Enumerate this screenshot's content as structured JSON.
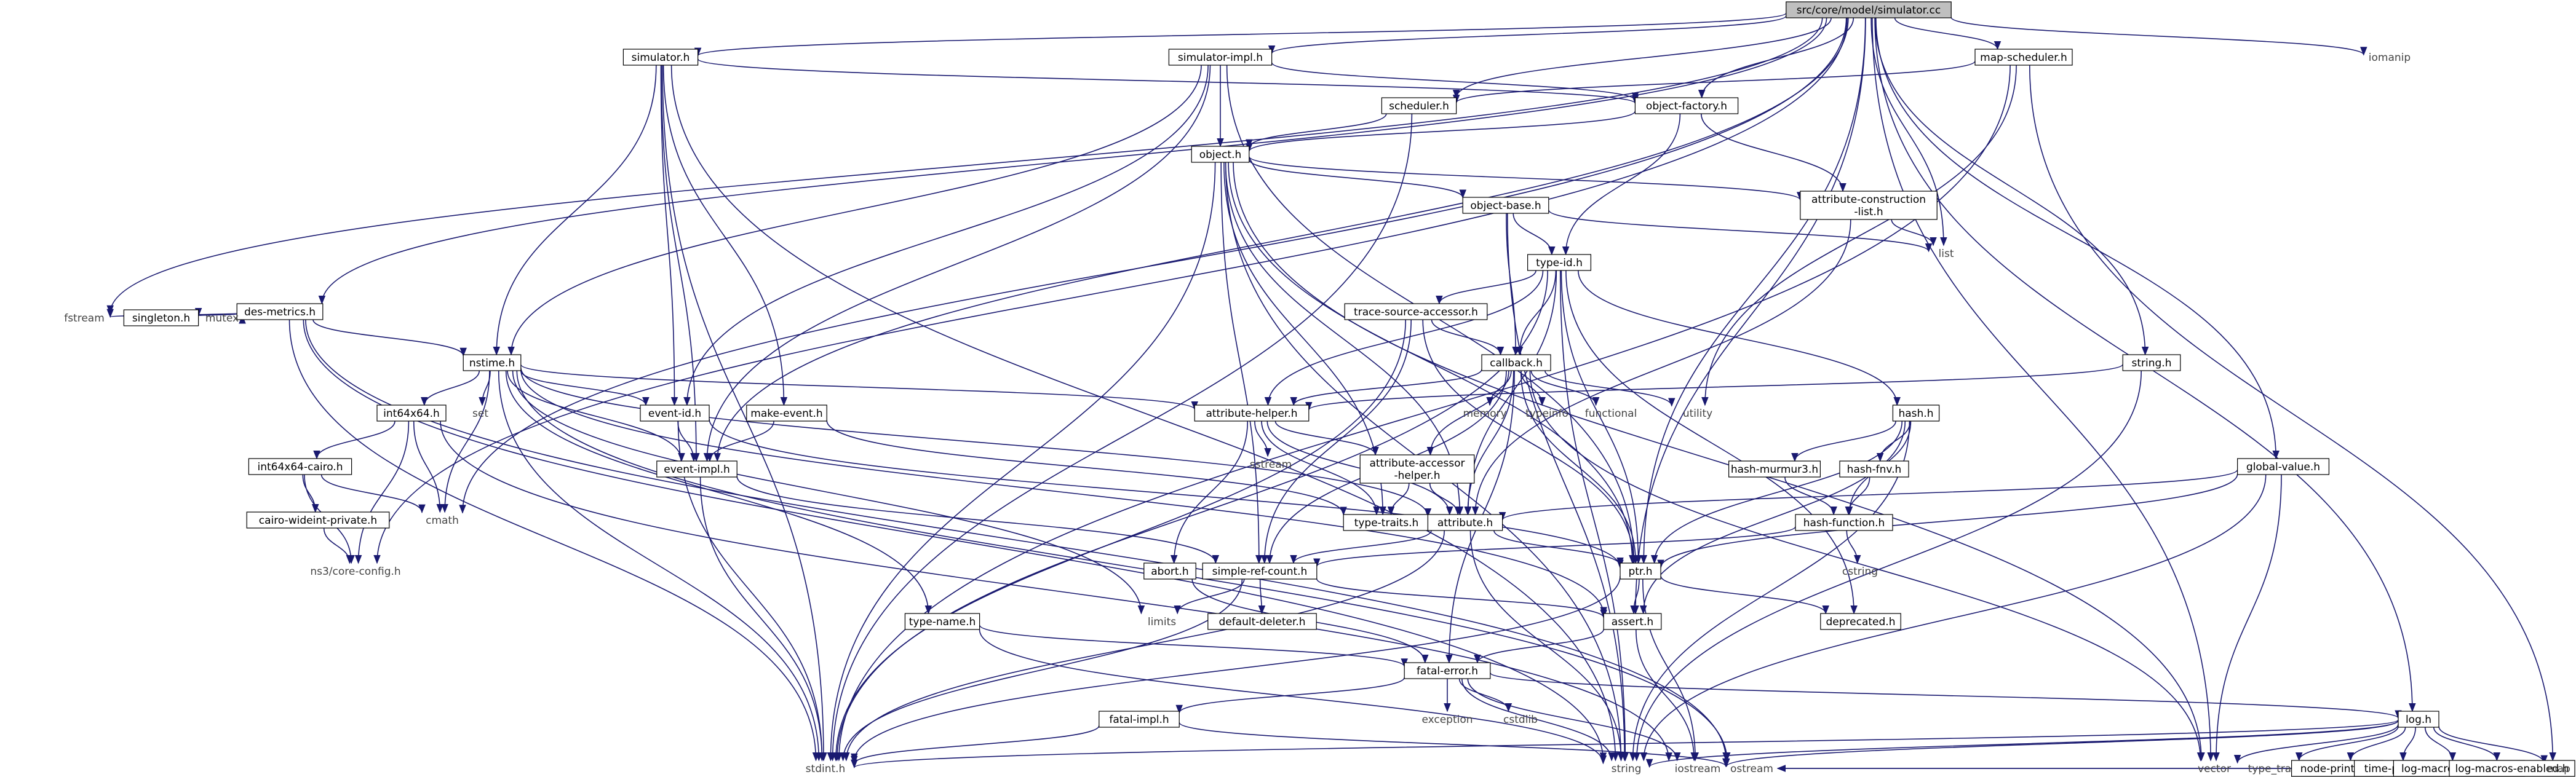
{
  "graph": {
    "root": "src/core/model/simulator.cc",
    "nodes": [
      {
        "id": "root",
        "label": "src/core/model/simulator.cc",
        "boxed": true
      },
      {
        "id": "simulator_h",
        "label": "simulator.h",
        "boxed": true
      },
      {
        "id": "simulator_impl_h",
        "label": "simulator-impl.h",
        "boxed": true
      },
      {
        "id": "map_scheduler_h",
        "label": "map-scheduler.h",
        "boxed": true
      },
      {
        "id": "iomanip",
        "label": "iomanip",
        "boxed": false
      },
      {
        "id": "scheduler_h",
        "label": "scheduler.h",
        "boxed": true
      },
      {
        "id": "object_factory_h",
        "label": "object-factory.h",
        "boxed": true
      },
      {
        "id": "object_h",
        "label": "object.h",
        "boxed": true
      },
      {
        "id": "object_base_h",
        "label": "object-base.h",
        "boxed": true
      },
      {
        "id": "attribute_construction_list_h",
        "label": [
          "attribute-construction",
          "-list.h"
        ],
        "boxed": true
      },
      {
        "id": "list",
        "label": "list",
        "boxed": false
      },
      {
        "id": "type_id_h",
        "label": "type-id.h",
        "boxed": true
      },
      {
        "id": "trace_source_accessor_h",
        "label": "trace-source-accessor.h",
        "boxed": true
      },
      {
        "id": "des_metrics_h",
        "label": "des-metrics.h",
        "boxed": true
      },
      {
        "id": "fstream",
        "label": "fstream",
        "boxed": false
      },
      {
        "id": "singleton_h",
        "label": "singleton.h",
        "boxed": true
      },
      {
        "id": "mutex",
        "label": "mutex",
        "boxed": false
      },
      {
        "id": "nstime_h",
        "label": "nstime.h",
        "boxed": true
      },
      {
        "id": "int64x64_h",
        "label": "int64x64.h",
        "boxed": true
      },
      {
        "id": "set",
        "label": "set",
        "boxed": false
      },
      {
        "id": "event_id_h",
        "label": "event-id.h",
        "boxed": true
      },
      {
        "id": "make_event_h",
        "label": "make-event.h",
        "boxed": true
      },
      {
        "id": "event_impl_h",
        "label": "event-impl.h",
        "boxed": true
      },
      {
        "id": "int64x64_cairo_h",
        "label": "int64x64-cairo.h",
        "boxed": true
      },
      {
        "id": "cmath",
        "label": "cmath",
        "boxed": false
      },
      {
        "id": "cairo_wideint_private_h",
        "label": "cairo-wideint-private.h",
        "boxed": true
      },
      {
        "id": "core_config_h",
        "label": "ns3/core-config.h",
        "boxed": false
      },
      {
        "id": "callback_h",
        "label": "callback.h",
        "boxed": true
      },
      {
        "id": "memory",
        "label": "memory",
        "boxed": false
      },
      {
        "id": "typeinfo",
        "label": "typeinfo",
        "boxed": false
      },
      {
        "id": "functional",
        "label": "functional",
        "boxed": false
      },
      {
        "id": "utility",
        "label": "utility",
        "boxed": false
      },
      {
        "id": "attribute_helper_h",
        "label": "attribute-helper.h",
        "boxed": true
      },
      {
        "id": "sstream",
        "label": "sstream",
        "boxed": false
      },
      {
        "id": "attribute_accessor_helper_h",
        "label": [
          "attribute-accessor",
          "-helper.h"
        ],
        "boxed": true
      },
      {
        "id": "type_traits_h",
        "label": "type-traits.h",
        "boxed": true
      },
      {
        "id": "attribute_h",
        "label": "attribute.h",
        "boxed": true
      },
      {
        "id": "abort_h",
        "label": "abort.h",
        "boxed": true
      },
      {
        "id": "simple_ref_count_h",
        "label": "simple-ref-count.h",
        "boxed": true
      },
      {
        "id": "default_deleter_h",
        "label": "default-deleter.h",
        "boxed": true
      },
      {
        "id": "limits",
        "label": "limits",
        "boxed": false
      },
      {
        "id": "type_name_h",
        "label": "type-name.h",
        "boxed": true
      },
      {
        "id": "hash_h",
        "label": "hash.h",
        "boxed": true
      },
      {
        "id": "hash_murmur3_h",
        "label": "hash-murmur3.h",
        "boxed": true
      },
      {
        "id": "hash_fnv_h",
        "label": "hash-fnv.h",
        "boxed": true
      },
      {
        "id": "hash_function_h",
        "label": "hash-function.h",
        "boxed": true
      },
      {
        "id": "cstring",
        "label": "cstring",
        "boxed": false
      },
      {
        "id": "string_h",
        "label": "string.h",
        "boxed": true
      },
      {
        "id": "global_value_h",
        "label": "global-value.h",
        "boxed": true
      },
      {
        "id": "ptr_h",
        "label": "ptr.h",
        "boxed": true
      },
      {
        "id": "assert_h",
        "label": "assert.h",
        "boxed": true
      },
      {
        "id": "deprecated_h",
        "label": "deprecated.h",
        "boxed": true
      },
      {
        "id": "fatal_error_h",
        "label": "fatal-error.h",
        "boxed": true
      },
      {
        "id": "exception",
        "label": "exception",
        "boxed": false
      },
      {
        "id": "cstdlib",
        "label": "cstdlib",
        "boxed": false
      },
      {
        "id": "fatal_impl_h",
        "label": "fatal-impl.h",
        "boxed": true
      },
      {
        "id": "log_h",
        "label": "log.h",
        "boxed": true
      },
      {
        "id": "stdint_h",
        "label": "stdint.h",
        "boxed": false
      },
      {
        "id": "string",
        "label": "string",
        "boxed": false
      },
      {
        "id": "iostream",
        "label": "iostream",
        "boxed": false
      },
      {
        "id": "vector",
        "label": "vector",
        "boxed": false
      },
      {
        "id": "type_traits",
        "label": "type_traits",
        "boxed": false
      },
      {
        "id": "node_printer_h",
        "label": "node-printer.h",
        "boxed": true
      },
      {
        "id": "time_printer_h",
        "label": "time-printer.h",
        "boxed": true
      },
      {
        "id": "log_macros_disabled_h",
        "label": "log-macros-disabled.h",
        "boxed": true
      },
      {
        "id": "log_macros_enabled_h",
        "label": "log-macros-enabled.h",
        "boxed": true
      },
      {
        "id": "map",
        "label": "map",
        "boxed": false
      },
      {
        "id": "ostream",
        "label": "ostream",
        "boxed": false
      }
    ],
    "edges": [
      [
        "root",
        "simulator_h"
      ],
      [
        "root",
        "simulator_impl_h"
      ],
      [
        "root",
        "map_scheduler_h"
      ],
      [
        "root",
        "iomanip"
      ],
      [
        "root",
        "scheduler_h"
      ],
      [
        "root",
        "object_factory_h"
      ],
      [
        "root",
        "list"
      ],
      [
        "root",
        "string_h"
      ],
      [
        "root",
        "global_value_h"
      ],
      [
        "root",
        "log_h"
      ],
      [
        "root",
        "des_metrics_h"
      ],
      [
        "root",
        "fstream"
      ],
      [
        "root",
        "core_config_h"
      ],
      [
        "root",
        "event_impl_h"
      ],
      [
        "root",
        "ptr_h"
      ],
      [
        "root",
        "assert_h"
      ],
      [
        "root",
        "vector"
      ],
      [
        "root",
        "cmath"
      ],
      [
        "simulator_h",
        "event_id_h"
      ],
      [
        "simulator_h",
        "make_event_h"
      ],
      [
        "simulator_h",
        "nstime_h"
      ],
      [
        "simulator_h",
        "object_factory_h"
      ],
      [
        "simulator_h",
        "event_impl_h"
      ],
      [
        "simulator_h",
        "string"
      ],
      [
        "simulator_h",
        "stdint_h"
      ],
      [
        "simulator_impl_h",
        "object_h"
      ],
      [
        "simulator_impl_h",
        "event_id_h"
      ],
      [
        "simulator_impl_h",
        "event_impl_h"
      ],
      [
        "simulator_impl_h",
        "nstime_h"
      ],
      [
        "simulator_impl_h",
        "object_factory_h"
      ],
      [
        "simulator_impl_h",
        "ptr_h"
      ],
      [
        "map_scheduler_h",
        "scheduler_h"
      ],
      [
        "map_scheduler_h",
        "map"
      ],
      [
        "map_scheduler_h",
        "utility"
      ],
      [
        "map_scheduler_h",
        "stdint_h"
      ],
      [
        "scheduler_h",
        "object_h"
      ],
      [
        "scheduler_h",
        "stdint_h"
      ],
      [
        "object_factory_h",
        "attribute_construction_list_h"
      ],
      [
        "object_factory_h",
        "object_h"
      ],
      [
        "object_factory_h",
        "type_id_h"
      ],
      [
        "object_h",
        "object_base_h"
      ],
      [
        "object_h",
        "attribute_construction_list_h"
      ],
      [
        "object_h",
        "ptr_h"
      ],
      [
        "object_h",
        "simple_ref_count_h"
      ],
      [
        "object_h",
        "type_traits_h"
      ],
      [
        "object_h",
        "attribute_h"
      ],
      [
        "object_h",
        "stdint_h"
      ],
      [
        "object_h",
        "string"
      ],
      [
        "object_h",
        "vector"
      ],
      [
        "object_base_h",
        "type_id_h"
      ],
      [
        "object_base_h",
        "callback_h"
      ],
      [
        "object_base_h",
        "list"
      ],
      [
        "object_base_h",
        "string"
      ],
      [
        "attribute_construction_list_h",
        "attribute_h"
      ],
      [
        "attribute_construction_list_h",
        "list"
      ],
      [
        "type_id_h",
        "callback_h"
      ],
      [
        "type_id_h",
        "trace_source_accessor_h"
      ],
      [
        "type_id_h",
        "attribute_helper_h"
      ],
      [
        "type_id_h",
        "hash_h"
      ],
      [
        "type_id_h",
        "attribute_h"
      ],
      [
        "type_id_h",
        "deprecated_h"
      ],
      [
        "type_id_h",
        "stdint_h"
      ],
      [
        "type_id_h",
        "string"
      ],
      [
        "type_id_h",
        "ptr_h"
      ],
      [
        "trace_source_accessor_h",
        "callback_h"
      ],
      [
        "trace_source_accessor_h",
        "ptr_h"
      ],
      [
        "trace_source_accessor_h",
        "simple_ref_count_h"
      ],
      [
        "trace_source_accessor_h",
        "stdint_h"
      ],
      [
        "des_metrics_h",
        "nstime_h"
      ],
      [
        "des_metrics_h",
        "singleton_h"
      ],
      [
        "des_metrics_h",
        "fstream"
      ],
      [
        "des_metrics_h",
        "mutex"
      ],
      [
        "des_metrics_h",
        "stdint_h"
      ],
      [
        "des_metrics_h",
        "string"
      ],
      [
        "des_metrics_h",
        "ostream"
      ],
      [
        "nstime_h",
        "int64x64_h"
      ],
      [
        "nstime_h",
        "set"
      ],
      [
        "nstime_h",
        "event_id_h"
      ],
      [
        "nstime_h",
        "attribute_helper_h"
      ],
      [
        "nstime_h",
        "attribute_h"
      ],
      [
        "nstime_h",
        "type_name_h"
      ],
      [
        "nstime_h",
        "assert_h"
      ],
      [
        "nstime_h",
        "limits"
      ],
      [
        "nstime_h",
        "cmath"
      ],
      [
        "nstime_h",
        "stdint_h"
      ],
      [
        "nstime_h",
        "ostream"
      ],
      [
        "nstime_h",
        "event_impl_h"
      ],
      [
        "int64x64_h",
        "int64x64_cairo_h"
      ],
      [
        "int64x64_h",
        "core_config_h"
      ],
      [
        "int64x64_h",
        "iostream"
      ],
      [
        "int64x64_h",
        "cmath"
      ],
      [
        "int64x64_cairo_h",
        "cairo_wideint_private_h"
      ],
      [
        "int64x64_cairo_h",
        "cmath"
      ],
      [
        "int64x64_cairo_h",
        "core_config_h"
      ],
      [
        "cairo_wideint_private_h",
        "core_config_h"
      ],
      [
        "event_id_h",
        "event_impl_h"
      ],
      [
        "event_id_h",
        "ptr_h"
      ],
      [
        "event_id_h",
        "stdint_h"
      ],
      [
        "make_event_h",
        "event_impl_h"
      ],
      [
        "make_event_h",
        "type_traits_h"
      ],
      [
        "event_impl_h",
        "simple_ref_count_h"
      ],
      [
        "event_impl_h",
        "stdint_h"
      ],
      [
        "callback_h",
        "attribute_helper_h"
      ],
      [
        "callback_h",
        "attribute_h"
      ],
      [
        "callback_h",
        "ptr_h"
      ],
      [
        "callback_h",
        "simple_ref_count_h"
      ],
      [
        "callback_h",
        "fatal_error_h"
      ],
      [
        "callback_h",
        "memory"
      ],
      [
        "callback_h",
        "typeinfo"
      ],
      [
        "callback_h",
        "functional"
      ],
      [
        "callback_h",
        "utility"
      ],
      [
        "callback_h",
        "vector"
      ],
      [
        "callback_h",
        "attribute_accessor_helper_h"
      ],
      [
        "attribute_helper_h",
        "attribute_h"
      ],
      [
        "attribute_helper_h",
        "attribute_accessor_helper_h"
      ],
      [
        "attribute_helper_h",
        "abort_h"
      ],
      [
        "attribute_helper_h",
        "sstream"
      ],
      [
        "attribute_helper_h",
        "type_traits_h"
      ],
      [
        "attribute_accessor_helper_h",
        "attribute_h"
      ],
      [
        "attribute_accessor_helper_h",
        "type_traits_h"
      ],
      [
        "attribute_h",
        "ptr_h"
      ],
      [
        "attribute_h",
        "simple_ref_count_h"
      ],
      [
        "attribute_h",
        "string"
      ],
      [
        "attribute_h",
        "stdint_h"
      ],
      [
        "abort_h",
        "fatal_error_h"
      ],
      [
        "simple_ref_count_h",
        "assert_h"
      ],
      [
        "simple_ref_count_h",
        "default_deleter_h"
      ],
      [
        "simple_ref_count_h",
        "limits"
      ],
      [
        "simple_ref_count_h",
        "stdint_h"
      ],
      [
        "type_name_h",
        "fatal_error_h"
      ],
      [
        "type_name_h",
        "string"
      ],
      [
        "hash_h",
        "hash_murmur3_h"
      ],
      [
        "hash_h",
        "hash_fnv_h"
      ],
      [
        "hash_h",
        "hash_function_h"
      ],
      [
        "hash_h",
        "assert_h"
      ],
      [
        "hash_h",
        "ptr_h"
      ],
      [
        "hash_h",
        "string"
      ],
      [
        "hash_murmur3_h",
        "hash_function_h"
      ],
      [
        "hash_fnv_h",
        "hash_function_h"
      ],
      [
        "hash_function_h",
        "cstring"
      ],
      [
        "hash_function_h",
        "simple_ref_count_h"
      ],
      [
        "string_h",
        "attribute_helper_h"
      ],
      [
        "string_h",
        "string"
      ],
      [
        "global_value_h",
        "attribute_h"
      ],
      [
        "global_value_h",
        "ptr_h"
      ],
      [
        "global_value_h",
        "string"
      ],
      [
        "global_value_h",
        "vector"
      ],
      [
        "ptr_h",
        "assert_h"
      ],
      [
        "ptr_h",
        "deprecated_h"
      ],
      [
        "ptr_h",
        "iostream"
      ],
      [
        "ptr_h",
        "stdint_h"
      ],
      [
        "assert_h",
        "fatal_error_h"
      ],
      [
        "assert_h",
        "iostream"
      ],
      [
        "fatal_error_h",
        "fatal_impl_h"
      ],
      [
        "fatal_error_h",
        "exception"
      ],
      [
        "fatal_error_h",
        "cstdlib"
      ],
      [
        "fatal_error_h",
        "iostream"
      ],
      [
        "fatal_error_h",
        "log_h"
      ],
      [
        "fatal_error_h",
        "string"
      ],
      [
        "fatal_impl_h",
        "ostream"
      ],
      [
        "fatal_impl_h",
        "stdint_h"
      ],
      [
        "log_h",
        "log_macros_disabled_h"
      ],
      [
        "log_h",
        "log_macros_enabled_h"
      ],
      [
        "log_h",
        "node_printer_h"
      ],
      [
        "log_h",
        "time_printer_h"
      ],
      [
        "log_h",
        "iostream"
      ],
      [
        "log_h",
        "map"
      ],
      [
        "log_h",
        "string"
      ],
      [
        "log_h",
        "type_traits"
      ],
      [
        "log_h",
        "vector"
      ],
      [
        "log_h",
        "stdint_h"
      ],
      [
        "node_printer_h",
        "ostream"
      ],
      [
        "time_printer_h",
        "ostream"
      ]
    ]
  }
}
